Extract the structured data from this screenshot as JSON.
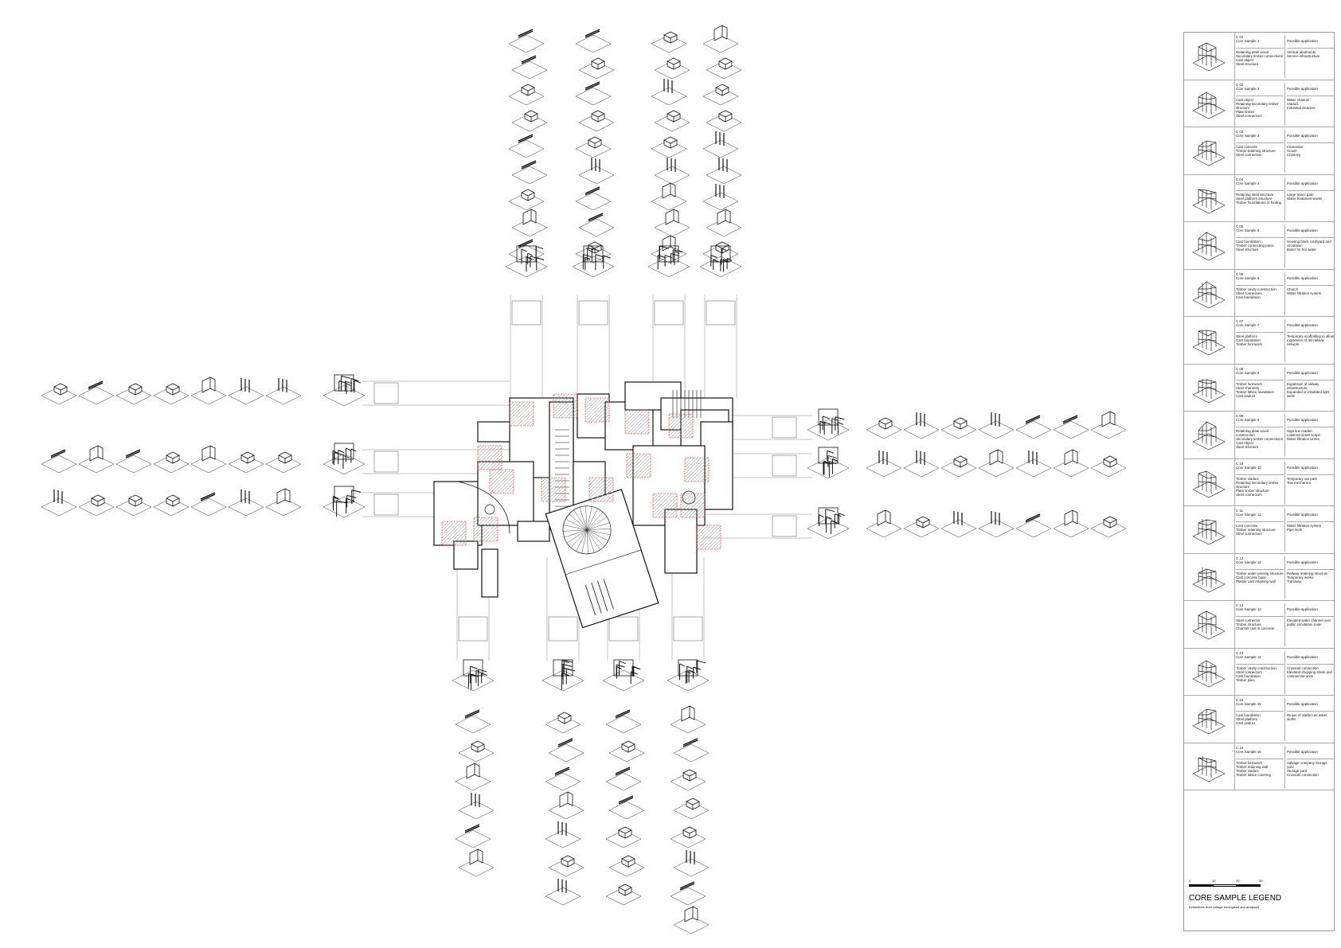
{
  "legend": {
    "title": "CORE SAMPLE LEGEND",
    "subtitle": "Extractions from collage enologised and analysed",
    "application_header": "Possible application",
    "scale_labels": [
      "0",
      "10",
      "20",
      "30"
    ],
    "samples": [
      {
        "code": "C 01",
        "name": "Core Sample 1",
        "materials": [
          "Retaining plate wood",
          "Secondary timber connections",
          "Cast object",
          "Steel structure"
        ],
        "applications": [
          "Vertical abutments",
          "Service infrastructure"
        ]
      },
      {
        "code": "C 02",
        "name": "Core Sample 2",
        "materials": [
          "Cast object",
          "Retaining secondary timber structure",
          "Plate timber",
          "Steel connectors"
        ],
        "applications": [
          "Water channel",
          "Viaduct",
          "Industrial cleaners"
        ]
      },
      {
        "code": "C 03",
        "name": "Core Sample 3",
        "materials": [
          "Cast concrete",
          "Timber retaining structure",
          "Steel connection"
        ],
        "applications": [
          "Incinerator",
          "House",
          "Chimney"
        ]
      },
      {
        "code": "C 04",
        "name": "Core Sample 4",
        "materials": [
          "Retaining steel structure",
          "Steel platform structure",
          "Timber foundations or footing"
        ],
        "applications": [
          "Large sluice gate",
          "Water treatment works"
        ]
      },
      {
        "code": "C 05",
        "name": "Core Sample 5",
        "materials": [
          "Cast foundation",
          "Timber connecting piece",
          "Steel structure"
        ],
        "applications": [
          "Housing block courtyard and circulation",
          "Boiler for hot water"
        ]
      },
      {
        "code": "C 06",
        "name": "Core Sample 6",
        "materials": [
          "Timber cavity construction",
          "Steel connectors",
          "Cast foundation"
        ],
        "applications": [
          "Church",
          "Water filtration system"
        ]
      },
      {
        "code": "C 07",
        "name": "Core Sample 7",
        "materials": [
          "Steel platform",
          "Cast foundation",
          "Timber formwork"
        ],
        "applications": [
          "Temporary scaffolding to allow expansion of old railway network"
        ]
      },
      {
        "code": "C 08",
        "name": "Core Sample 8",
        "materials": [
          "Timber formwork",
          "Steel channels",
          "Timber lattice foundation",
          "Cast viaduct"
        ],
        "applications": [
          "Expansion of railway infrastructure",
          "Expanded or inhabited light wells"
        ]
      },
      {
        "code": "C 09",
        "name": "Core Sample 9",
        "materials": [
          "Retaining plate wood construction",
          "Secondary timber connections",
          "Cast object",
          "Steel structure"
        ],
        "applications": [
          "High line market",
          "Lowered street scape",
          "Water filtration works"
        ]
      },
      {
        "code": "C 10",
        "name": "Core Sample 10",
        "materials": [
          "Timber viaduct",
          "Retaining secondary timber structure",
          "Plate timber structure",
          "Steel connectors"
        ],
        "applications": [
          "Temporary car park",
          "Taxi mechanics"
        ]
      },
      {
        "code": "C 11",
        "name": "Core Sample 11",
        "materials": [
          "Cast concrete",
          "Timber retaining structure",
          "Steel connectors"
        ],
        "applications": [
          "Water filtration system",
          "Pipe work"
        ]
      },
      {
        "code": "C 12",
        "name": "Core Sample 12",
        "materials": [
          "Timber under pinning structure",
          "Cast concrete base",
          "Plaster cast retaining wall"
        ],
        "applications": [
          "Railway retaining structure",
          "Temporary works",
          "Tramway"
        ]
      },
      {
        "code": "C 13",
        "name": "Core Sample 13",
        "materials": [
          "Steel connector",
          "Timber structure",
          "Channel cast in concrete"
        ],
        "applications": [
          "Elevated water channel over public circulation route"
        ]
      },
      {
        "code": "C 14",
        "name": "Core Sample 14",
        "materials": [
          "Timber cavity construction",
          "Steel connectors",
          "Cast foundation",
          "Timber piles"
        ],
        "applications": [
          "Crossrail connection",
          "Elevated shopping street and commercial units"
        ]
      },
      {
        "code": "C 15",
        "name": "Core Sample 15",
        "materials": [
          "Cast foundation",
          "Steel platform",
          "Cast viaduct"
        ],
        "applications": [
          "Reuse of viaduct as water works"
        ]
      },
      {
        "code": "C 16",
        "name": "Core Sample 16",
        "materials": [
          "Timber formwork",
          "Timber retaining wall",
          "Timber viaduct",
          "Timber lattice covering"
        ],
        "applications": [
          "Salvage company storage yard",
          "Storage yard",
          "Crossrail connection"
        ]
      }
    ]
  },
  "colors": {
    "line": "#111111",
    "projection": "#888888",
    "hatch": "#e03030",
    "hatch_fill": "#bbbbbb"
  }
}
